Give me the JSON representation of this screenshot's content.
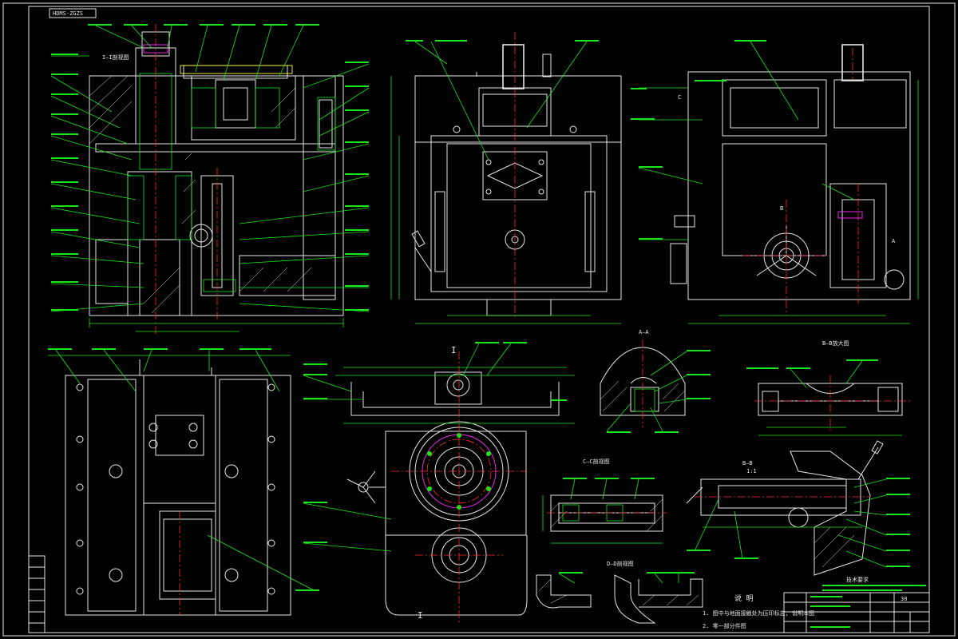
{
  "drawing": {
    "stamp_text": "HDMS-ZGZS",
    "section_I_label": "I—I剖视图",
    "view_A_label": "A—A",
    "view_B_label": "B—B放大图",
    "view_BB_label": "B—B",
    "view_BB_scale": "1:1",
    "view_C_label": "C—C剖视图",
    "view_D_label": "D—D剖视图",
    "view_marker_I": "I",
    "title_block_sheet": "30",
    "tech_requirements_title": "技术要求",
    "notes_title": "说 明",
    "note_1": "1. 图中与地面接触处为压印标志, 说明本图",
    "note_2": "2. 零一部分件图"
  },
  "colors": {
    "background": "#000000",
    "outline": "#e6e6e6",
    "dimension": "#19e619",
    "centerline": "#ff2b2b",
    "accent": "#ff2bff",
    "highlight": "#ffff33"
  }
}
